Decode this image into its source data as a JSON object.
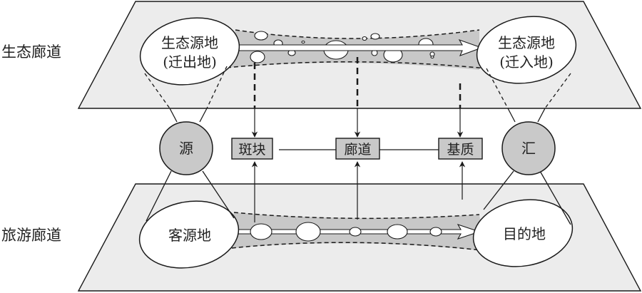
{
  "layers": {
    "ecological": {
      "label": "生态廊道",
      "source": {
        "line1": "生态源地",
        "line2": "(迁出地)"
      },
      "sink": {
        "line1": "生态源地",
        "line2": "(迁入地)"
      }
    },
    "tourism": {
      "label": "旅游廊道",
      "source": {
        "line1": "客源地"
      },
      "sink": {
        "line1": "目的地"
      }
    }
  },
  "middle": {
    "source_node": "源",
    "sink_node": "汇",
    "elements": [
      {
        "id": "patch",
        "label": "斑块"
      },
      {
        "id": "corridor",
        "label": "廊道"
      },
      {
        "id": "matrix",
        "label": "基质"
      }
    ]
  },
  "colors": {
    "plane_fill": "#ececec",
    "corridor_fill": "#c8c8c8",
    "node_fill": "#c9c9c9",
    "box_fill": "#c9c9c9",
    "stroke": "#1a1a1a"
  }
}
